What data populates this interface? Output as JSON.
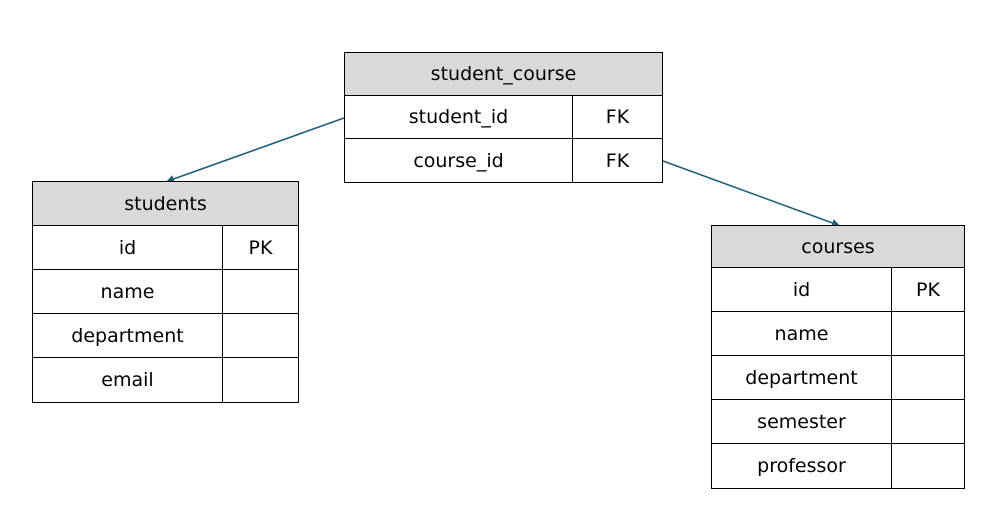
{
  "colors": {
    "header_fill": "#d9d9d9",
    "border": "#000000",
    "connector": "#1f5f7a",
    "background": "#ffffff"
  },
  "tables": {
    "student_course": {
      "title": "student_course",
      "rows": [
        {
          "name": "student_id",
          "key": "FK"
        },
        {
          "name": "course_id",
          "key": "FK"
        }
      ]
    },
    "students": {
      "title": "students",
      "rows": [
        {
          "name": "id",
          "key": "PK"
        },
        {
          "name": "name",
          "key": ""
        },
        {
          "name": "department",
          "key": ""
        },
        {
          "name": "email",
          "key": ""
        }
      ]
    },
    "courses": {
      "title": "courses",
      "rows": [
        {
          "name": "id",
          "key": "PK"
        },
        {
          "name": "name",
          "key": ""
        },
        {
          "name": "department",
          "key": ""
        },
        {
          "name": "semester",
          "key": ""
        },
        {
          "name": "professor",
          "key": ""
        }
      ]
    }
  },
  "relations": [
    {
      "from": "student_course.student_id",
      "to": "students"
    },
    {
      "from": "student_course.course_id",
      "to": "courses"
    }
  ]
}
